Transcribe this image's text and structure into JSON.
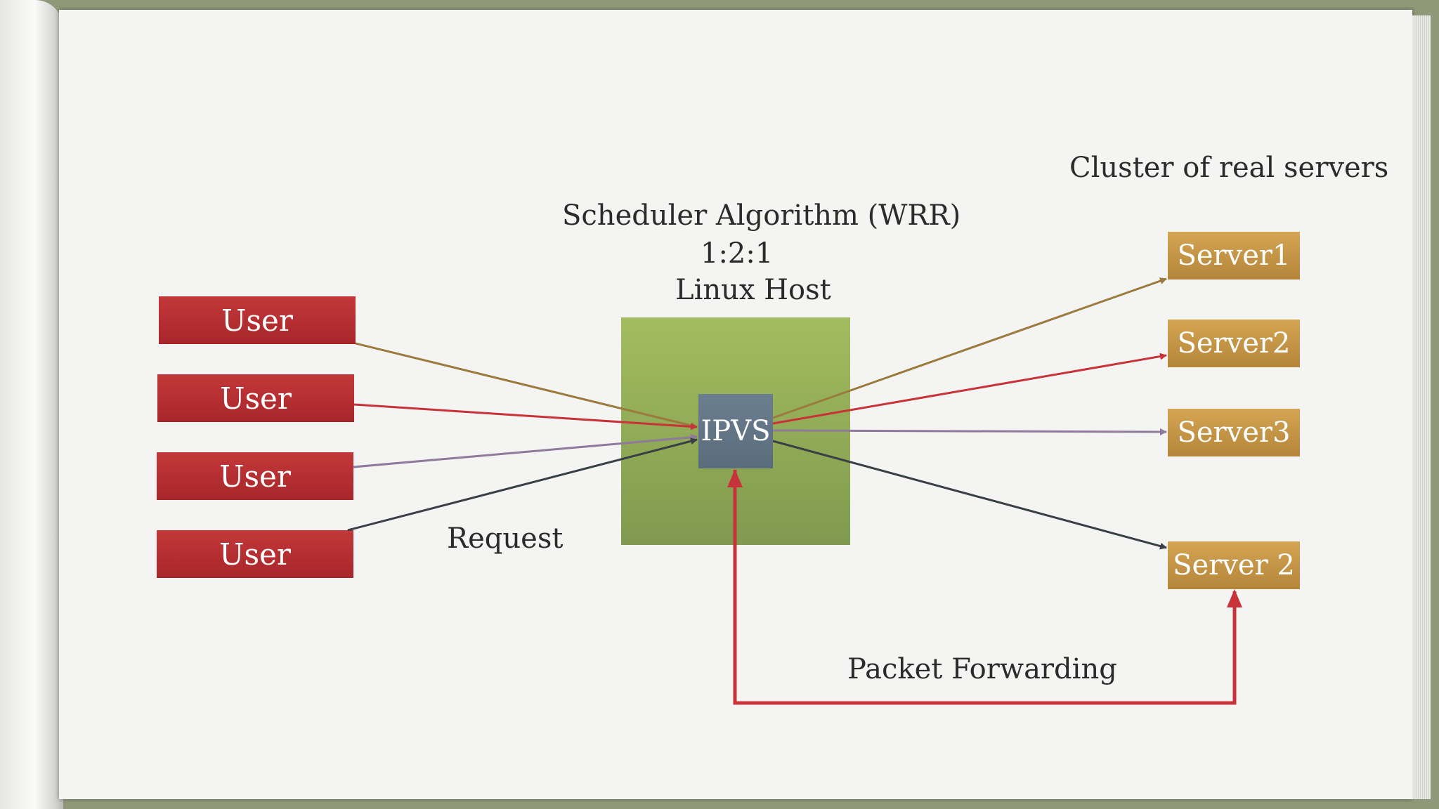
{
  "diagram": {
    "cluster_label": "Cluster of real servers",
    "scheduler_label": "Scheduler Algorithm (WRR)",
    "ratio_label": "1:2:1",
    "host_label": "Linux Host",
    "ipvs_label": "IPVS",
    "request_label": "Request",
    "forwarding_label": "Packet Forwarding",
    "users": [
      "User",
      "User",
      "User",
      "User"
    ],
    "servers": [
      "Server1",
      "Server2",
      "Server3",
      "Server 2"
    ],
    "colors": {
      "user_fill": "#b22e30",
      "server_fill": "#c4953f",
      "host_fill": "#93ad57",
      "ipvs_fill": "#637585",
      "arrow_gold": "#9b7a3e",
      "arrow_red": "#c8333a",
      "arrow_purple": "#8e7a9a",
      "arrow_dark": "#3a3f46",
      "forward_red": "#c8333a"
    }
  }
}
